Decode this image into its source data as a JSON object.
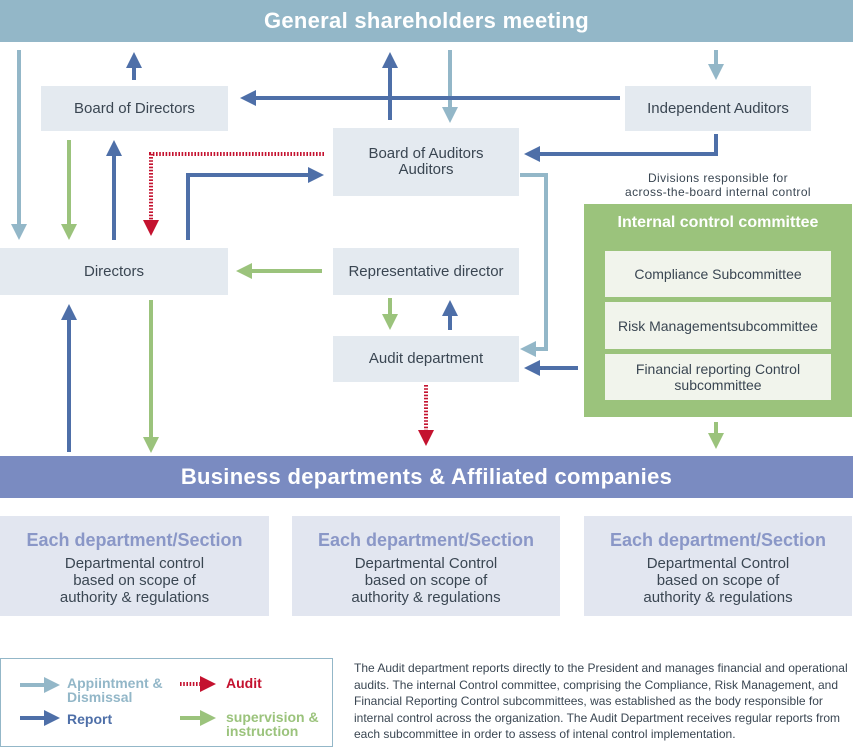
{
  "header": {
    "title": "General shareholders meeting"
  },
  "boxes": {
    "board_of_directors": "Board of Directors",
    "independent_auditors": "Independent Auditors",
    "board_of_auditors_line1": "Board of Auditors",
    "board_of_auditors_line2": "Auditors",
    "directors": "Directors",
    "representative_director": "Representative director",
    "audit_department": "Audit department"
  },
  "divisions_label": {
    "line1": "Divisions responsible for",
    "line2": "across-the-board internal control"
  },
  "internal_control_committee": {
    "title": "Internal control committee",
    "subcommittees": [
      "Compliance Subcommittee",
      "Risk Managementsubcommittee",
      "Financial reporting Control subcommittee"
    ]
  },
  "business_bar": {
    "title": "Business departments & Affiliated companies"
  },
  "departments": [
    {
      "title": "Each department/Section",
      "desc": "Departmental control\nbased on scope of\nauthority & regulations"
    },
    {
      "title": "Each department/Section",
      "desc": "Departmental Control\nbased on scope of\nauthority & regulations"
    },
    {
      "title": "Each department/Section",
      "desc": "Departmental Control\nbased on scope of\nauthority & regulations"
    }
  ],
  "legend": {
    "appointment": "Appiintment & Dismissal",
    "report": "Report",
    "audit": "Audit",
    "supervision": "supervision & instruction"
  },
  "colors": {
    "appointment": "#93b7c8",
    "report": "#4e6fa8",
    "audit": "#c4122f",
    "supervision": "#9bc37c"
  },
  "note": "The Audit department reports directly to the President and manages financial and operational audits. The internal Control committee, comprising the Compliance, Risk Management, and Financial Reporting Control subcommittees, was established as the body responsible for internal control across the organization. The Audit Department receives regular reports from each subcommittee in order to assess of intenal control implementation."
}
